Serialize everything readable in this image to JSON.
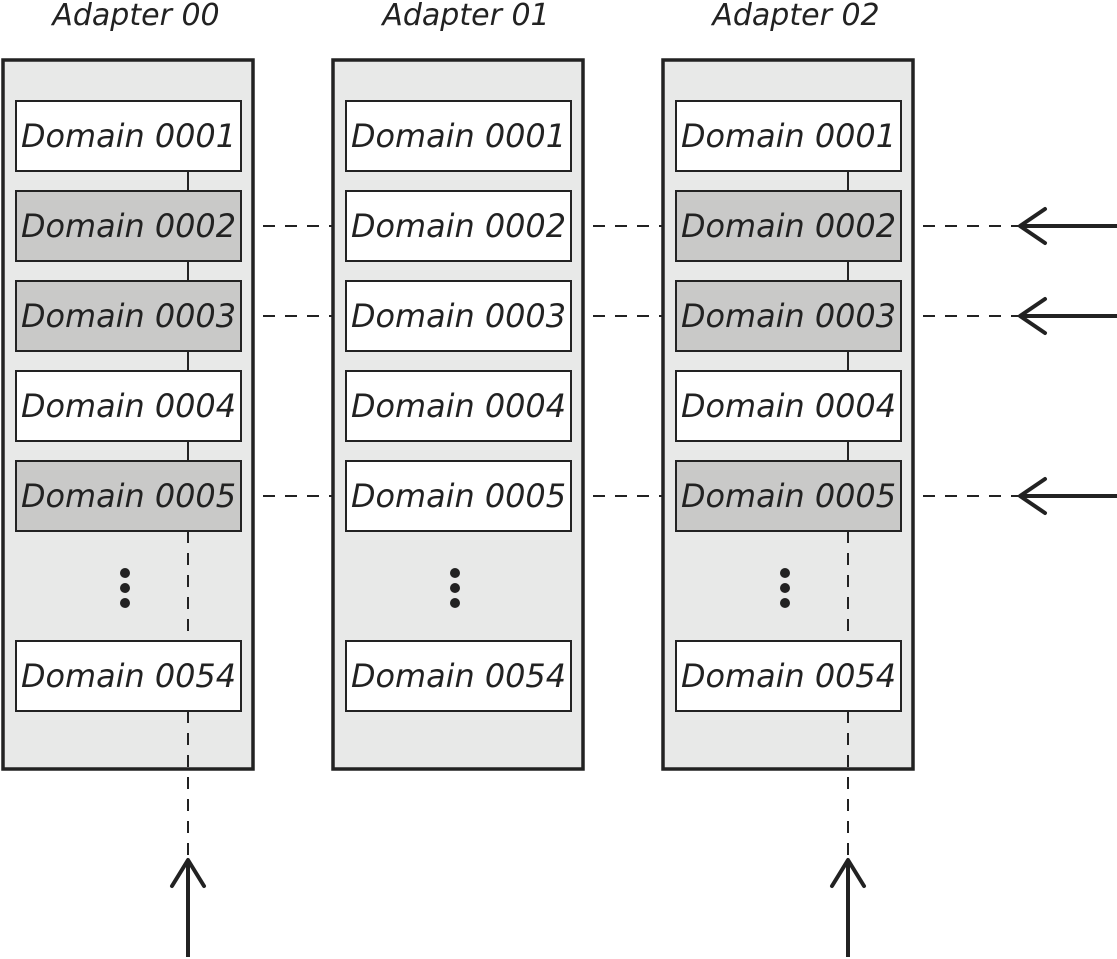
{
  "adapters": [
    {
      "title": "Adapter 00",
      "domains": [
        {
          "label": "Domain 0001",
          "highlighted": false
        },
        {
          "label": "Domain 0002",
          "highlighted": true
        },
        {
          "label": "Domain 0003",
          "highlighted": true
        },
        {
          "label": "Domain 0004",
          "highlighted": false
        },
        {
          "label": "Domain 0005",
          "highlighted": true
        },
        {
          "label": "Domain 0054",
          "highlighted": false
        }
      ],
      "has_bottom_arrow": true
    },
    {
      "title": "Adapter 01",
      "domains": [
        {
          "label": "Domain 0001",
          "highlighted": false
        },
        {
          "label": "Domain 0002",
          "highlighted": false
        },
        {
          "label": "Domain 0003",
          "highlighted": false
        },
        {
          "label": "Domain 0004",
          "highlighted": false
        },
        {
          "label": "Domain 0005",
          "highlighted": false
        },
        {
          "label": "Domain 0054",
          "highlighted": false
        }
      ],
      "has_bottom_arrow": false
    },
    {
      "title": "Adapter 02",
      "domains": [
        {
          "label": "Domain 0001",
          "highlighted": false
        },
        {
          "label": "Domain 0002",
          "highlighted": true
        },
        {
          "label": "Domain 0003",
          "highlighted": true
        },
        {
          "label": "Domain 0004",
          "highlighted": false
        },
        {
          "label": "Domain 0005",
          "highlighted": true
        },
        {
          "label": "Domain 0054",
          "highlighted": false
        }
      ],
      "has_bottom_arrow": true
    }
  ],
  "dashed_rows": [
    "Domain 0002",
    "Domain 0003",
    "Domain 0005"
  ],
  "colors": {
    "highlight_fill": "#c9c9c8",
    "normal_fill": "#ffffff",
    "adapter_fill": "#e8e9e8",
    "line": "#222222"
  }
}
